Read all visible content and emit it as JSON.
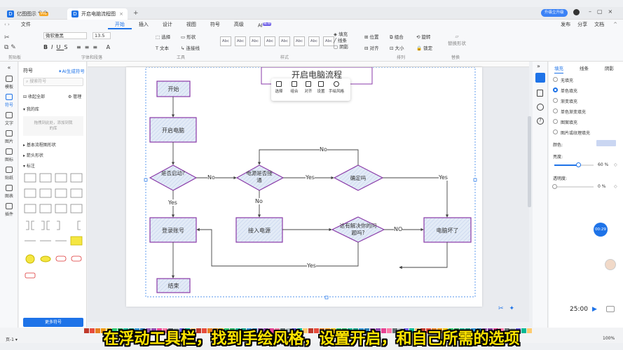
{
  "app": {
    "name": "亿图图示",
    "badge": "Pro",
    "doc_tab": "开启电脑流程图",
    "new_tab": "+",
    "upgrade": "升级立升级",
    "colors": {
      "accent": "#1e73e8",
      "node_fill": "#dce6f5",
      "node_border": "#8a3aa8"
    }
  },
  "menubar": {
    "file": "文件",
    "items": [
      "开始",
      "插入",
      "设计",
      "视图",
      "符号",
      "高级",
      "AI"
    ],
    "ai_badge": "NEW",
    "right": [
      "发布",
      "分享",
      "文档"
    ]
  },
  "ribbon": {
    "font_name": "微软雅黑",
    "font_size": "13.5",
    "select": "选择",
    "shape": "形状",
    "text": "文本",
    "connector": "连接线",
    "fill": "填充",
    "line": "线条",
    "shadow": "阴影",
    "position": "位置",
    "group": "组合",
    "rotate": "旋转",
    "align": "对齐",
    "size": "大小",
    "lock": "锁定",
    "replace": "替换形状",
    "style_sample": "Abc",
    "groups": [
      "剪贴板",
      "字体和段落",
      "工具",
      "样式",
      "排列",
      "替换"
    ]
  },
  "leftbar": {
    "items": [
      "模板",
      "符号",
      "文字",
      "图片",
      "图标",
      "贴纸",
      "图表",
      "插件"
    ]
  },
  "symbols": {
    "title": "符号",
    "ai_btn": "AI生成符号",
    "search_placeholder": "搜索符号",
    "collect_all": "收起全部",
    "manage": "管理",
    "my_library": "我的库",
    "drop_hint": "拖拽到此处，添加到我的库",
    "categories": [
      "基本流程图形状",
      "箭头形状",
      "标注"
    ],
    "more": "更多符号"
  },
  "diagram": {
    "title": "开启电脑流程",
    "float_toolbar": [
      "选择",
      "组合",
      "对齐",
      "设置",
      "手绘风格"
    ],
    "nodes": {
      "start": "开始",
      "boot": "开启电脑",
      "started_q": "是否启动?",
      "power_q": "电源是否接通",
      "confirm": "确定吗",
      "login": "登录账号",
      "plug": "接入电源",
      "solve_q": "这有解决你的问题吗?",
      "broken": "电脑坏了",
      "end": "结束"
    },
    "edges": {
      "no1": "No",
      "yes1": "Yes",
      "no_top": "No",
      "yes_right": "Yes",
      "yes_down": "Yes",
      "no_down": "No",
      "no_mid": "NO",
      "yes_bottom": "Yes"
    }
  },
  "props": {
    "tabs": [
      "填充",
      "线条",
      "阴影"
    ],
    "options": [
      "无填充",
      "单色填充",
      "渐变填充",
      "单色渐变填充",
      "图案填充",
      "图片或纹理填充"
    ],
    "color_label": "颜色:",
    "brightness_label": "亮度:",
    "brightness_value": "60 %",
    "transparency_label": "透明度:",
    "transparency_value": "0 %",
    "brightness": 0.6,
    "transparency": 0
  },
  "status": {
    "page": "页-1",
    "zoom": "100%"
  },
  "video": {
    "time": "25:00",
    "timer": "00:29"
  },
  "subtitle": "在浮动工具栏，找到手绘风格，设置开启，和自己所需的选项"
}
